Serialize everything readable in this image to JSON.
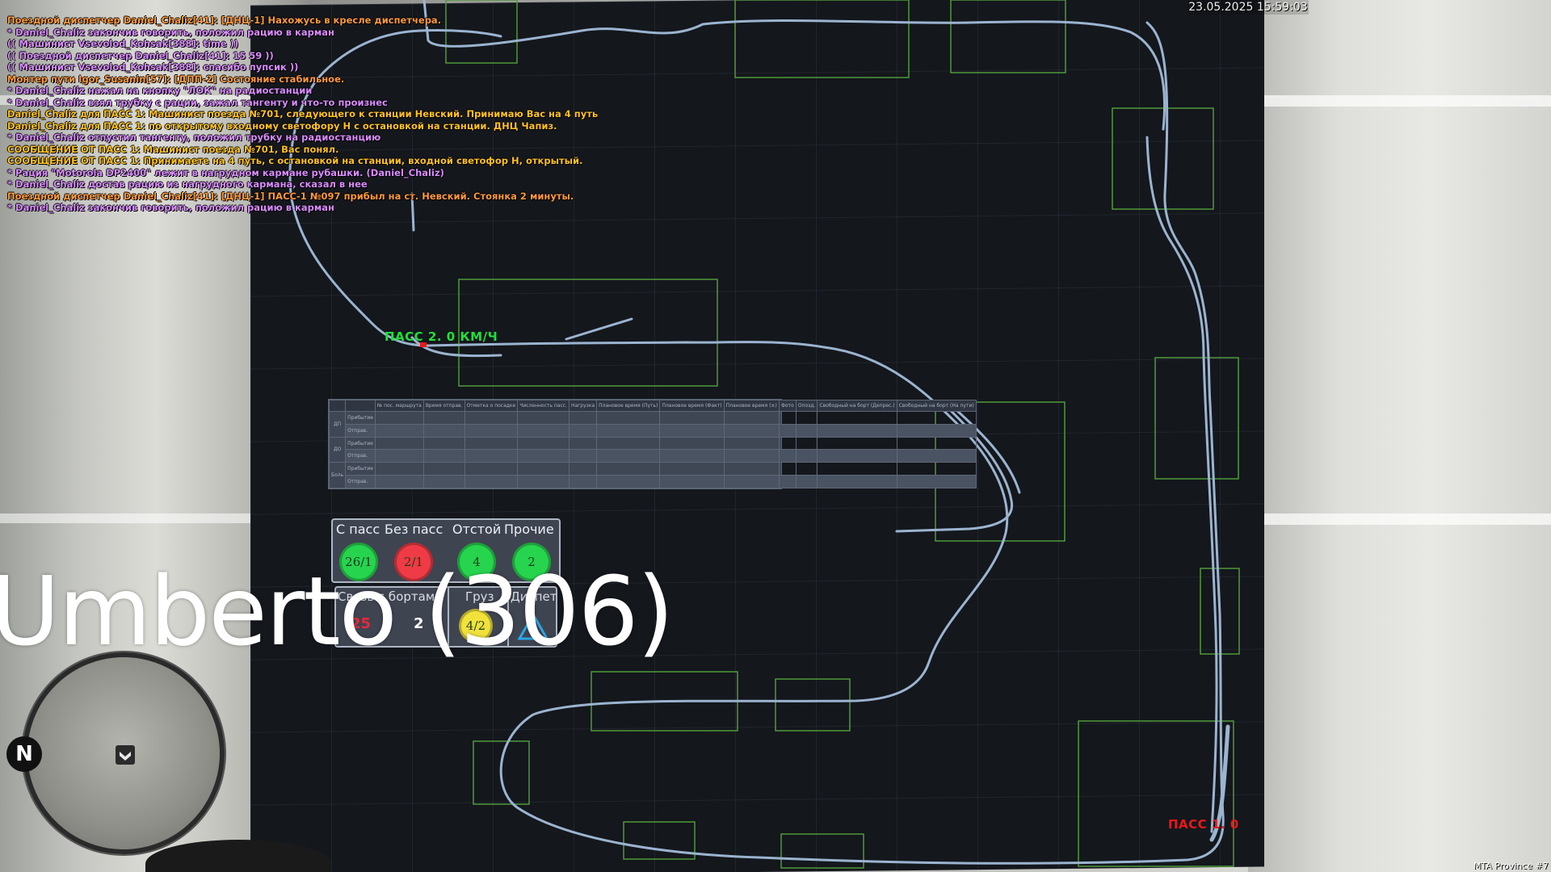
{
  "hud": {
    "clock": "23.05.2025 15:59:03",
    "nametag": "Umberto (306)",
    "watermark": "MTA Province #7",
    "compass_label": "N"
  },
  "chat": [
    {
      "text": "Поездной диспетчер Daniel_Chaliz[41]: [ДНЦ-1] Нахожусь в кресле диспетчера.",
      "color": "#ff9a3c"
    },
    {
      "text": "* Daniel_Chaliz закончив говорить, положил рацию в карман",
      "color": "#d98cff"
    },
    {
      "text": "(( Машинист Vsevolod_Kohsak[388]: time ))",
      "color": "#d98cff"
    },
    {
      "text": "(( Поездной диспетчер Daniel_Chaliz[41]: 15 59 ))",
      "color": "#d98cff"
    },
    {
      "text": "(( Машинист Vsevolod_Kohsak[388]: спасибо пупсик ))",
      "color": "#d98cff"
    },
    {
      "text": "Монтер пути Igor_Susanin[57]: [ДПП-2] Состояние стабильное.",
      "color": "#ff9a3c"
    },
    {
      "text": "* Daniel_Chaliz нажал на кнопку \"ЛОК\" на радиостанции",
      "color": "#d98cff"
    },
    {
      "text": "* Daniel_Chaliz взял трубку с рации, зажал тангенту и что-то произнес",
      "color": "#d98cff"
    },
    {
      "text": "Daniel_Chaliz для ПАСС 1: Машинист поезда №701, следующего к станции Невский. Принимаю Вас на 4 путь",
      "color": "#ffc21e"
    },
    {
      "text": "Daniel_Chaliz для ПАСС 1: по открытому входному светофору Н с остановкой на станции. ДНЦ Чапиз.",
      "color": "#ffc21e"
    },
    {
      "text": "* Daniel_Chaliz отпустил тангенту, положил трубку на радиостанцию",
      "color": "#d98cff"
    },
    {
      "text": "СООБЩЕНИЕ ОТ ПАСС 1: Машинист поезда №701, Вас понял.",
      "color": "#ffc21e"
    },
    {
      "text": "СООБЩЕНИЕ ОТ ПАСС 1: Принимаете на 4 путь, с остановкой на станции, входной светофор Н, открытый.",
      "color": "#ffc21e"
    },
    {
      "text": "* Рация \"Motorola DP2400\" лежит в нагрудном кармане рубашки. (Daniel_Chaliz)",
      "color": "#d98cff"
    },
    {
      "text": "* Daniel_Chaliz достав рацию из нагрудного кармана, сказал в нее",
      "color": "#d98cff"
    },
    {
      "text": "Поездной диспетчер Daniel_Chaliz[41]: [ДНЦ-1] ПАСС-1 №097 прибыл на ст. Невский. Стоянка 2 минуты.",
      "color": "#ff9a3c"
    },
    {
      "text": "* Daniel_Chaliz закончив говорить, положил рацию в карман",
      "color": "#d98cff"
    }
  ],
  "map": {
    "label_green": "ПАСС 2. 0 КМ/Ч",
    "label_red": "ПАСС 1. 0",
    "colors": {
      "track": "#9bb4d0",
      "zone": "#4f9a3a",
      "green": "#1fe03a",
      "red": "#e81818"
    }
  },
  "schedule": {
    "headers": [
      "",
      "",
      "№ пос. маршрута",
      "Время отправ.",
      "Отметка о посадке",
      "Численность пасс.",
      "Нагрузка",
      "Плановое время (Путь)",
      "Плановое время (Факт)",
      "Плановое время (±)",
      "Фото",
      "Опозд.",
      "Свободный на борт (Депрес.)",
      "Свободный на борт (На пути)"
    ],
    "rows": [
      {
        "label": "ДП",
        "sub": [
          "Прибытие",
          "Отправ."
        ]
      },
      {
        "label": "ДО",
        "sub": [
          "Прибытие",
          "Отправ."
        ]
      },
      {
        "label": "Боль",
        "sub": [
          "Прибытие",
          "Отправ."
        ]
      }
    ]
  },
  "status": {
    "top_headers": [
      "С пасс",
      "Без пасс",
      "Отстой",
      "Прочие"
    ],
    "top_values": [
      {
        "value": "26/1",
        "color": "#27d44e"
      },
      {
        "value": "2/1",
        "color": "#ef3b45"
      },
      {
        "value": "4",
        "color": "#27d44e"
      },
      {
        "value": "2",
        "color": "#27d44e"
      }
    ],
    "bottom_headers": [
      "Связь с бортами",
      "Груз",
      "Диспет"
    ],
    "bottom_values": [
      {
        "value": "25",
        "color": "#e8283a"
      },
      {
        "value": "2",
        "color": "#ffffff"
      },
      {
        "value": "4/2",
        "color": "#f1e23b"
      }
    ]
  }
}
